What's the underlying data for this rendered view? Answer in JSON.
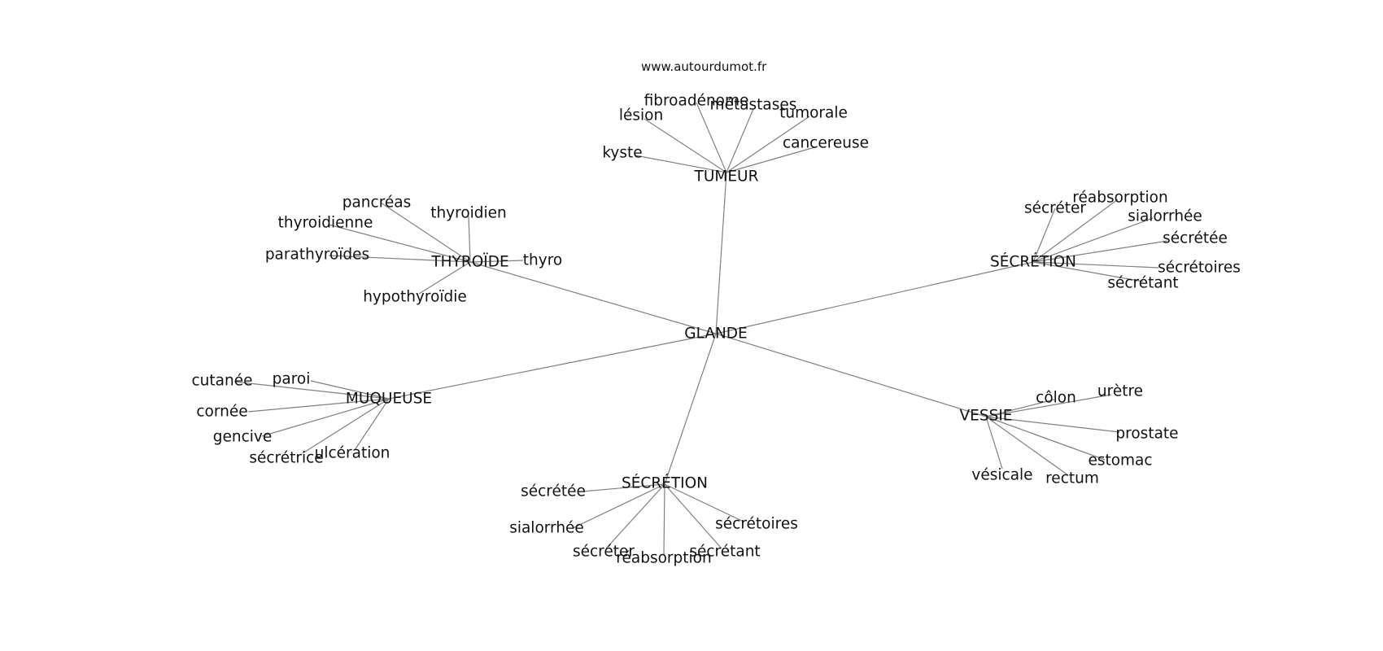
{
  "watermark": "www.autourdumot.fr",
  "root": "GLANDE",
  "branches": [
    {
      "hub": "TUMEUR",
      "leaves": [
        "fibroadénome",
        "métastases",
        "lésion",
        "tumorale",
        "cancereuse",
        "kyste"
      ]
    },
    {
      "hub": "THYROÏDE",
      "leaves": [
        "pancréas",
        "thyroidien",
        "thyroidienne",
        "parathyroïdes",
        "thyro",
        "hypothyroïdie"
      ]
    },
    {
      "hub": "SÉCRÉTION",
      "leaves": [
        "réabsorption",
        "sécréter",
        "sialorrhée",
        "sécrétée",
        "sécrétoires",
        "sécrétant"
      ]
    },
    {
      "hub": "MUQUEUSE",
      "leaves": [
        "cutanée",
        "paroi",
        "cornée",
        "gencive",
        "sécrétrice",
        "ulcération"
      ]
    },
    {
      "hub": "VESSIE",
      "leaves": [
        "urètre",
        "côlon",
        "prostate",
        "estomac",
        "rectum",
        "vésicale"
      ]
    },
    {
      "hub": "SÉCRÉTION",
      "leaves": [
        "sécrétée",
        "sialorrhée",
        "sécréter",
        "réabsorption",
        "sécrétant",
        "sécrétoires"
      ]
    }
  ]
}
